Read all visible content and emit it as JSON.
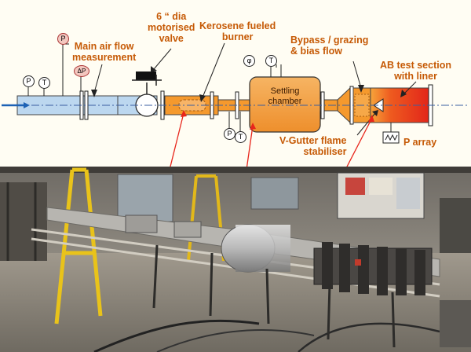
{
  "labels": {
    "main_air_line1": "Main air flow",
    "main_air_line2": "measurement",
    "valve_line1": "6 “ dia",
    "valve_line2": "motorised",
    "valve_line3": "valve",
    "burner_line1": "Kerosene fueled",
    "burner_line2": "burner",
    "bypass_line1": "Bypass / grazing",
    "bypass_line2": "& bias flow",
    "ab_line1": "AB test section",
    "ab_line2": "with liner",
    "vgutter_line1": "V-Gutter flame",
    "vgutter_line2": "stabiliser",
    "p_array": "P array",
    "settling_line1": "Settling",
    "settling_line2": "chamber"
  },
  "gauges": {
    "p": "P",
    "t": "T",
    "dp": "ΔP",
    "fuel": "φ"
  },
  "colors": {
    "label": "#c65a06",
    "duct_blue": "#bcd7ef",
    "duct_orange": "#f5992d",
    "chamber": "#f2a14c",
    "arrow_red": "#e8251b",
    "test_section_hot": "#e7351a"
  }
}
